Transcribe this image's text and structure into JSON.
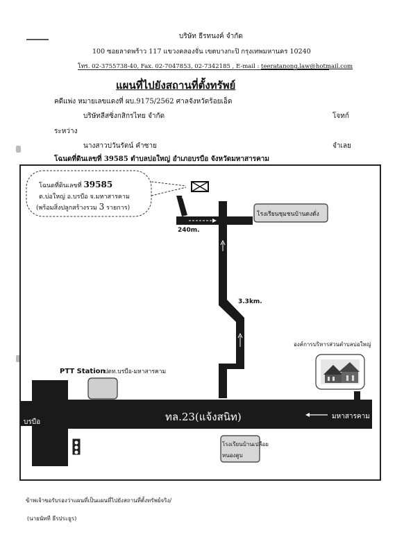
{
  "letterhead": {
    "company": "บริษัท ธีรทนงค์ จำกัด",
    "address": "100  ซอยลาดพร้าว 117   แขวงคลองจั่น   เขตบางกะปิ  กรุงเทพมหานคร  10240",
    "contact_phone": "โทร. 02-3755738-40, Fax.  02-7047853, 02-7342185 , E-mail : ",
    "contact_email": "teeratanong.law@hotmail.com"
  },
  "title": "แผนที่ไปยังสถานที่ตั้งทรัพย์",
  "case": {
    "line": "คดีแพ่ง   หมายเลขแดงที่ ผบ.9175/2562    ศาลจังหวัดร้อยเอ็ด",
    "plaintiff": "บริษัทลีสซิ่งกสิกรไทย  จำกัด",
    "plaintiff_role": "โจทก์",
    "between": "ระหว่าง",
    "defendant": "นางสาวปวันรัตน์ คำซาย",
    "defendant_role": "จำเลย",
    "deed_line": "โฉนดที่ดินเลขที่  39585  ตำบลบ่อใหญ่  อำเภอบรบือ  จังหวัดมหาสารคาม"
  },
  "map": {
    "callout": {
      "deed_label": "โฉนดที่ดินเลขที่ ",
      "deed_no": "39585",
      "location": "ต.บ่อใหญ่ อ.บรบือ จ.มหาสารคาม",
      "note_pre": "(พร้อมสิ่งปลูกสร้างรวม ",
      "note_num": "3",
      "note_post": " รายการ)"
    },
    "dist_240": "240m.",
    "dist_33": "3.3km.",
    "school_top": "โรงเรียนชุมชนบ้านดงดั่ง",
    "sao": "องค์การบริหารส่วนตำบลบ่อใหญ่",
    "ptt_en": "PTT Station",
    "ptt_th": "ปตท.บรบือ-มหาสารคาม",
    "road": "ทล.23(แจ้งสนิท)",
    "west": "บรบือ",
    "east": "มหาสารคาม",
    "school_bottom_1": "โรงเรียนบ้านเปลือย",
    "school_bottom_2": "หนองดูบ"
  },
  "footer": {
    "certification": "ข้าพเจ้าขอรับรองว่าแผนที่เป็นแผนที่ไปยังสถานที่ตั้งทรัพย์จริง/",
    "signer": "(นายนัทที ธีรประยูร)"
  }
}
